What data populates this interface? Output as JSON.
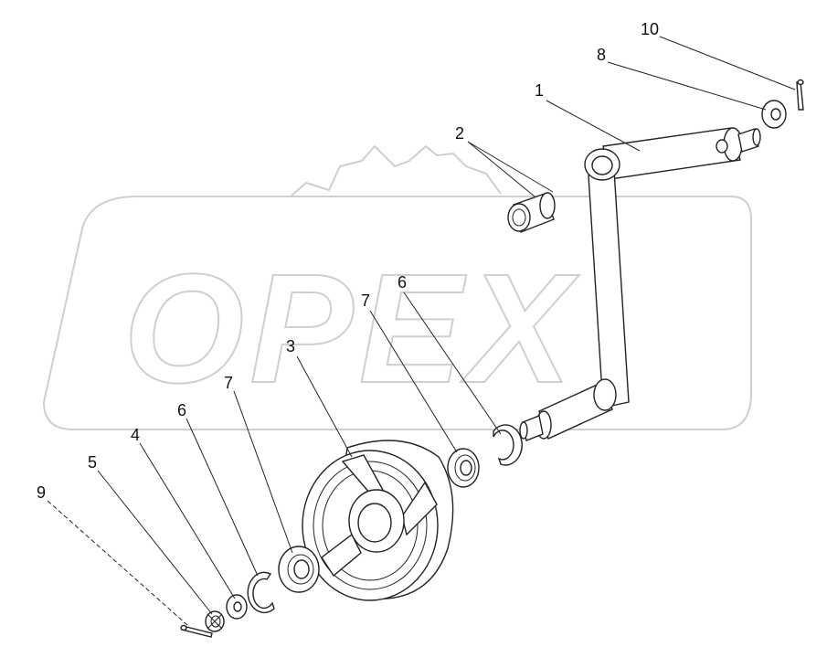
{
  "watermark": {
    "text": "OPEX"
  },
  "callouts": [
    {
      "id": "1",
      "text": "1"
    },
    {
      "id": "2",
      "text": "2"
    },
    {
      "id": "3",
      "text": "3"
    },
    {
      "id": "4",
      "text": "4"
    },
    {
      "id": "5",
      "text": "5"
    },
    {
      "id": "6a",
      "text": "6"
    },
    {
      "id": "6b",
      "text": "6"
    },
    {
      "id": "7a",
      "text": "7"
    },
    {
      "id": "7b",
      "text": "7"
    },
    {
      "id": "8",
      "text": "8"
    },
    {
      "id": "9",
      "text": "9"
    },
    {
      "id": "10",
      "text": "10"
    }
  ]
}
